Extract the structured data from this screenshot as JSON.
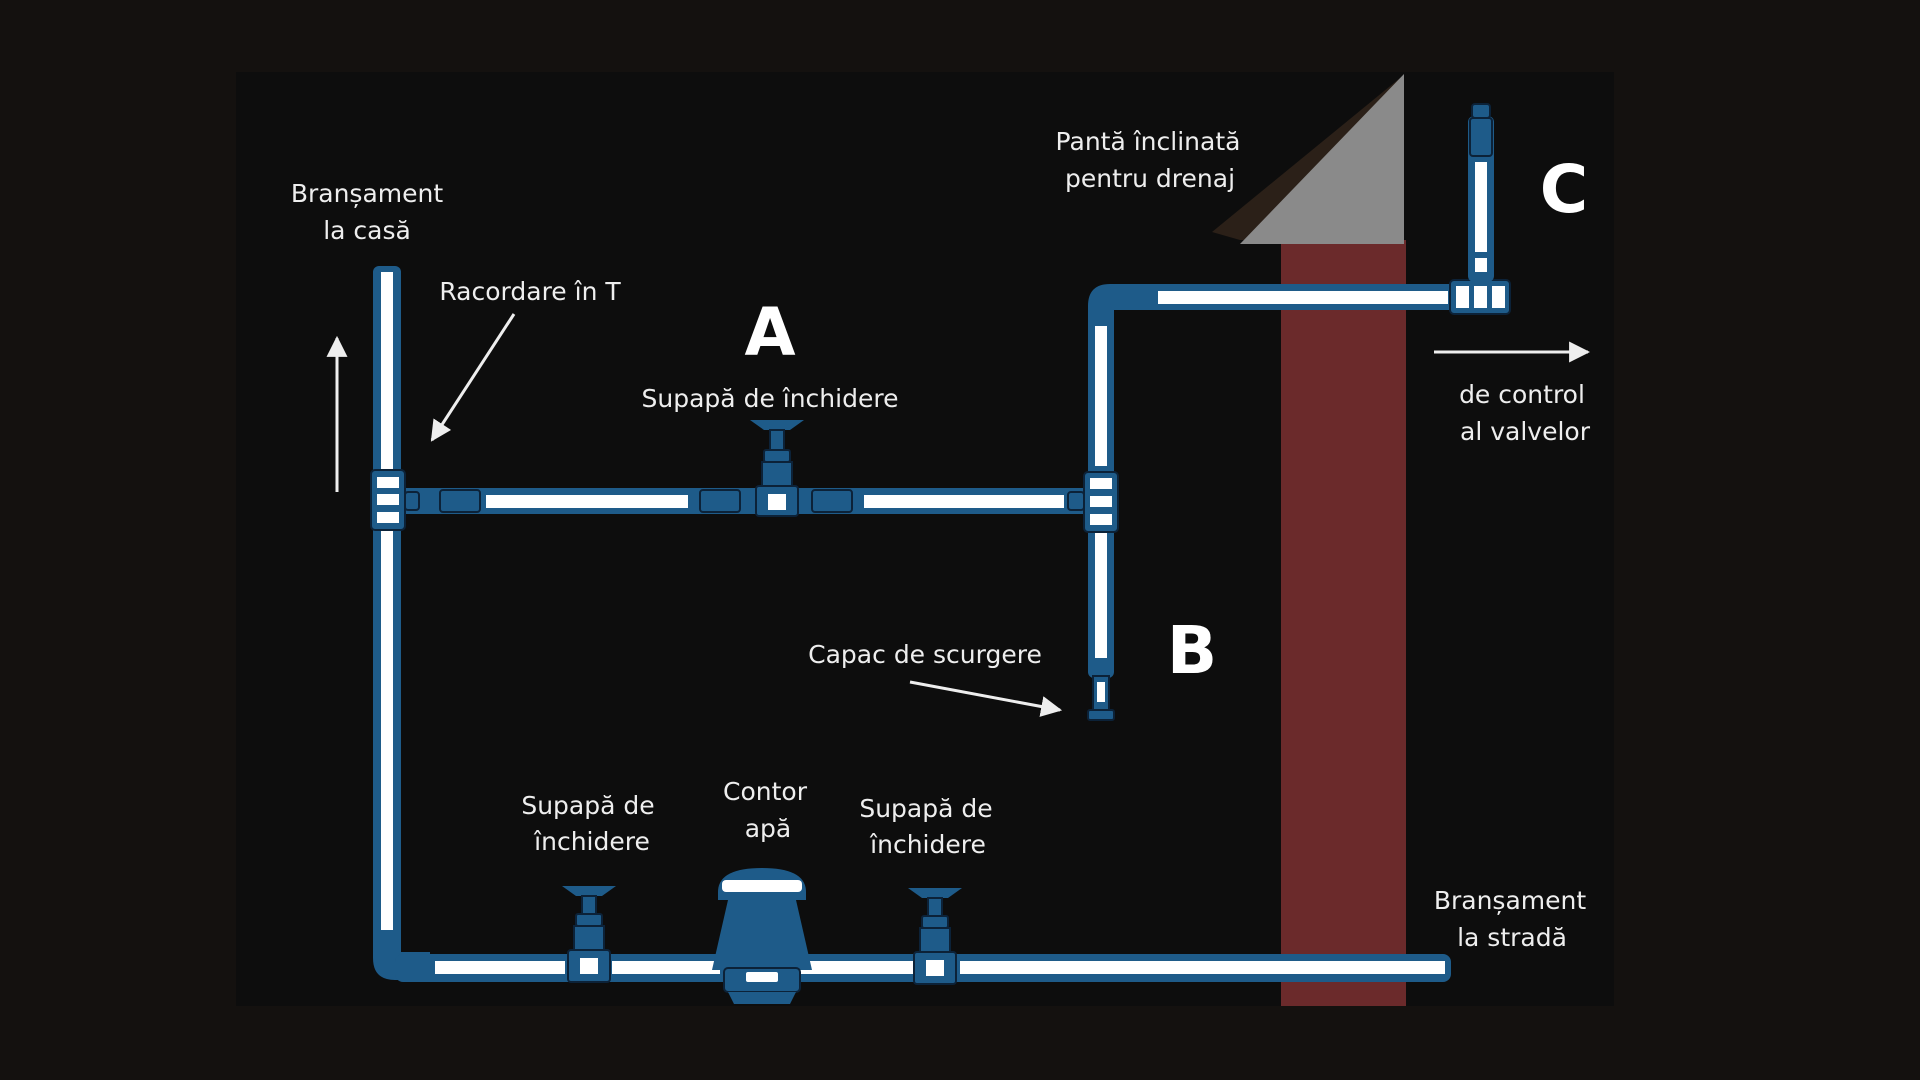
{
  "colors": {
    "page_background": "#14110f",
    "panel_background": "#0d0d0d",
    "pipe_blue": "#1e5b89",
    "pipe_core": "#ffffff",
    "wall": "#6b2a2b",
    "slope": "#8a8a8a",
    "text": "#eeeeee"
  },
  "labels": {
    "house_connection": [
      "Branșament",
      "la casă"
    ],
    "tee_fitting": "Racordare în T",
    "shutoff_top": "Supapă de închidere",
    "sloped_drain": [
      "Pantă înclinată",
      "pentru drenaj"
    ],
    "valve_control": [
      "de control",
      "al valvelor"
    ],
    "drain_cap": "Capac de scurgere",
    "shutoff_left": [
      "Supapă de",
      "închidere"
    ],
    "water_meter": [
      "Contor",
      "apă"
    ],
    "shutoff_right": [
      "Supapă de",
      "închidere"
    ],
    "street_connection": [
      "Branșament",
      "la stradă"
    ]
  },
  "markers": {
    "a": "A",
    "b": "B",
    "c": "C"
  },
  "icons": [
    "shutoff-valve-icon",
    "water-meter-icon",
    "drain-cap-icon",
    "tee-fitting-icon",
    "elbow-fitting-icon"
  ]
}
